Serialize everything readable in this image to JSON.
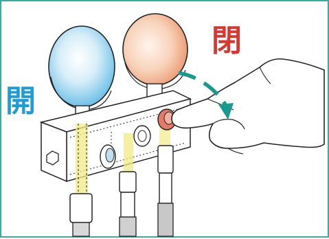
{
  "labels": {
    "open": "開",
    "close": "閉"
  },
  "colors": {
    "frame": "#3fa8a0",
    "open_label": "#1f9bd6",
    "close_label": "#d6382f",
    "arrow": "#1a9a8e",
    "low_gauge": "#6ec3e8",
    "high_gauge": "#f0a27a",
    "connectors": "#f2ea84",
    "knob_red": "#e27a6a"
  },
  "icons": {
    "arrow": "curved-arrow-icon",
    "hand": "gloved-hand",
    "gauges": "pressure-gauges"
  }
}
